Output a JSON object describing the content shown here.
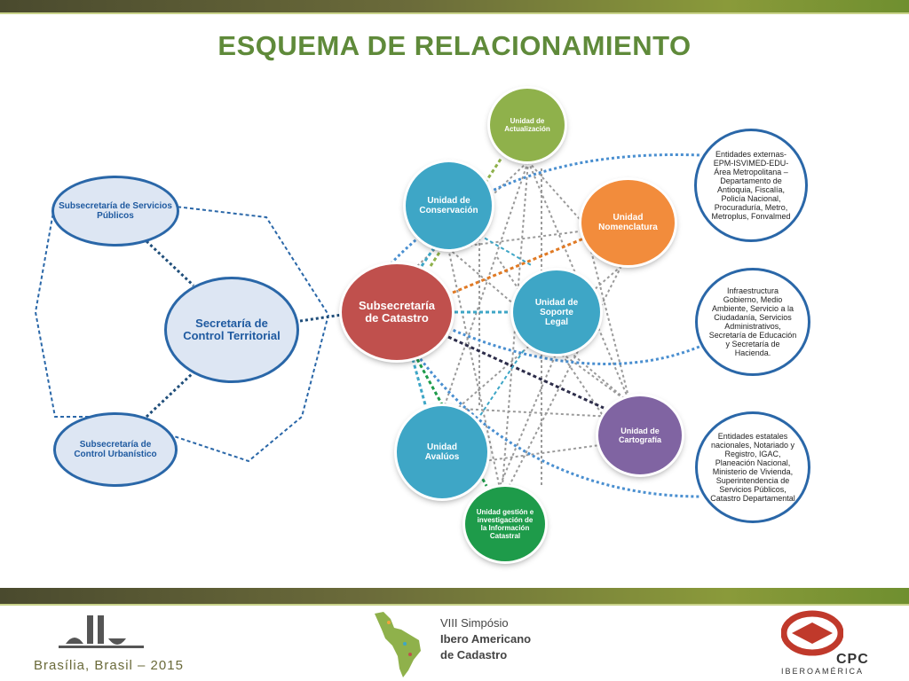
{
  "title": "ESQUEMA DE RELACIONAMIENTO",
  "nodes": {
    "servicios": "Subsecretaría de Servicios Públicos",
    "control_territorial": "Secretaría de Control Territorial",
    "control_urbanistico": "Subsecretaría de Control Urbanístico",
    "catastro": "Subsecretaría de Catastro",
    "actualizacion": "Unidad de Actualización",
    "conservacion": "Unidad de Conservación",
    "nomenclatura": "Unidad Nomenclatura",
    "soporte_legal": "Unidad de Soporte Legal",
    "cartografia": "Unidad de Cartografía",
    "avaluos": "Unidad Avalúos",
    "gestion": "Unidad gestión e investigación de la Información Catastral",
    "externas": "Entidades externas- EPM-ISVIMED-EDU- Área Metropolitana – Departamento de Antioquia, Fiscalía, Policía Nacional, Procuraduría, Metro, Metroplus, Fonvalmed",
    "infraestructura": "Infraestructura Gobierno, Medio Ambiente, Servicio a la Ciudadanía, Servicios Administrativos, Secretaría de Educación y Secretaría de Hacienda.",
    "estatales": "Entidades estatales nacionales, Notariado y Registro, IGAC, Planeación Nacional, Ministerio de Vivienda, Superintendencia de Servicios Públicos, Catastro Departamental"
  },
  "colors": {
    "title": "#5f8a3a",
    "catastro": "#c0504d",
    "actualizacion": "#8fb14b",
    "conservacion": "#3ea6c6",
    "nomenclatura": "#f28c3c",
    "soporte_legal": "#3ea6c6",
    "cartografia": "#8064a2",
    "avaluos": "#3ea6c6",
    "gestion": "#1e9b4a"
  },
  "footer": {
    "city": "Brasília, Brasil – 2015",
    "event_line1": "VIII Simpósio",
    "event_line2": "Ibero Americano",
    "event_line3": "de Cadastro",
    "logo_text": "CPC",
    "logo_sub": "IBEROAMÉRICA"
  }
}
